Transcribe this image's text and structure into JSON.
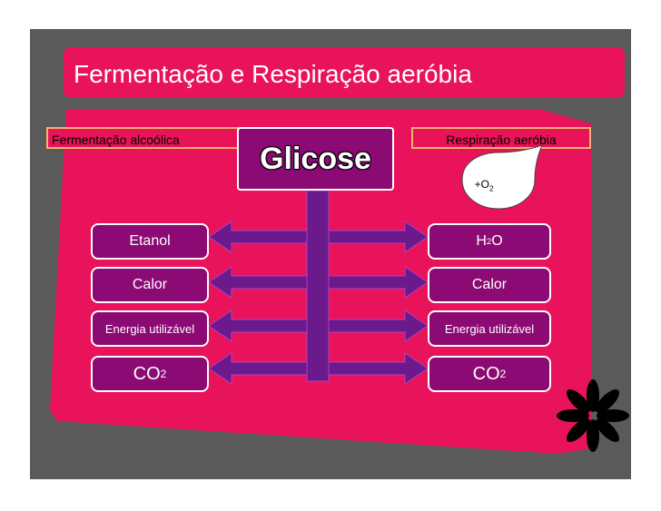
{
  "title": "Fermentação e Respiração aeróbia",
  "left_label": "Fermentação alcoólica",
  "right_label": "Respiração aeróbia",
  "center": "Glicose",
  "bubble": {
    "prefix": "+O",
    "sub": "2"
  },
  "left_items": [
    {
      "text": "Etanol",
      "sub": ""
    },
    {
      "text": "Calor",
      "sub": ""
    },
    {
      "text": "Energia utilizável",
      "sub": ""
    },
    {
      "text": "CO",
      "sub": "2"
    }
  ],
  "right_items": [
    {
      "text": "H",
      "sub": "2",
      "suffix": "O"
    },
    {
      "text": "Calor",
      "sub": "",
      "suffix": ""
    },
    {
      "text": "Energia utilizável",
      "sub": "",
      "suffix": ""
    },
    {
      "text": "CO",
      "sub": "2",
      "suffix": ""
    }
  ],
  "colors": {
    "background": "#5a5a5a",
    "accent": "#e8135a",
    "box": "#8b0a73",
    "arrow": "#6a1a8a",
    "label_border": "#f6b36a"
  },
  "icons": [
    "speech-bubble-icon",
    "asterisk-icon"
  ]
}
